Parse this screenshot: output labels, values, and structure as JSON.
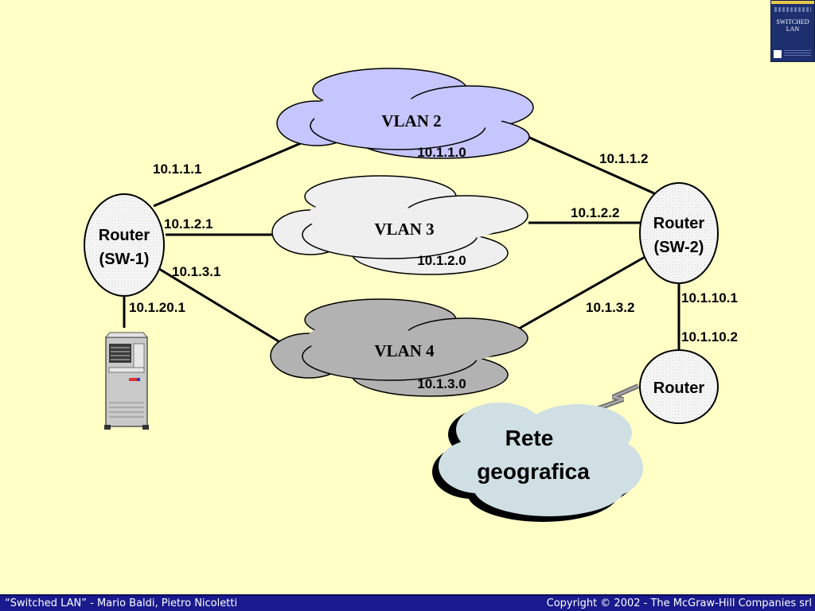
{
  "clouds": {
    "vlan2": {
      "name": "VLAN 2",
      "network": "10.1.1.0"
    },
    "vlan3": {
      "name": "VLAN 3",
      "network": "10.1.2.0"
    },
    "vlan4": {
      "name": "VLAN 4",
      "network": "10.1.3.0"
    },
    "wan": {
      "line1": "Rete",
      "line2": "geografica"
    }
  },
  "routers": {
    "sw1": {
      "line1": "Router",
      "line2": "(SW-1)"
    },
    "sw2": {
      "line1": "Router",
      "line2": "(SW-2)"
    },
    "edge": {
      "label": "Router"
    }
  },
  "addresses": {
    "sw1_vlan2": "10.1.1.1",
    "sw1_vlan3": "10.1.2.1",
    "sw1_vlan4": "10.1.3.1",
    "sw1_server": "10.1.20.1",
    "sw2_vlan2": "10.1.1.2",
    "sw2_vlan3": "10.1.2.2",
    "sw2_vlan4": "10.1.3.2",
    "sw2_edge": "10.1.10.1",
    "edge_sw2": "10.1.10.2"
  },
  "book_cover": {
    "title": "SWITCHED LAN"
  },
  "footer": {
    "left": "“Switched LAN” - Mario Baldi, Pietro Nicoletti",
    "right": "Copyright © 2002 - The McGraw-Hill Companies srl"
  },
  "colors": {
    "background": "#ffffc6",
    "vlan2_fill": "#c6c6ff",
    "vlan3_fill": "#efefef",
    "vlan4_fill": "#b2b2b2",
    "wan_fill": "#cfdfe3",
    "footer_bg": "#1a1a8e"
  }
}
